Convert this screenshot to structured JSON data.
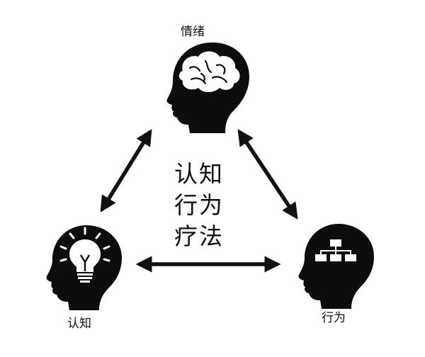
{
  "nodes": {
    "emotion": {
      "label": "情绪",
      "icon": "brain-icon"
    },
    "cognition": {
      "label": "认知",
      "icon": "lightbulb-icon"
    },
    "behavior": {
      "label": "行为",
      "icon": "flowchart-icon"
    }
  },
  "center_title": [
    "认知",
    "行为",
    "疗法"
  ],
  "colors": {
    "silhouette": "#0d0d0d",
    "arrow": "#111111",
    "background": "#ffffff"
  }
}
